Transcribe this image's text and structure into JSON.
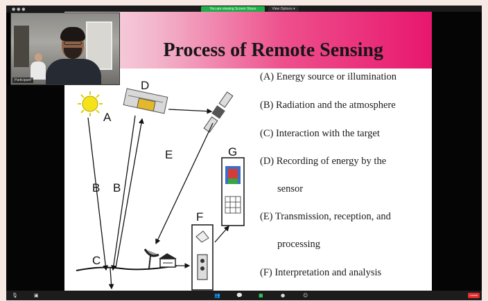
{
  "window": {
    "title_bar_text": "Zoom",
    "share_banner": "You are viewing Screen Share",
    "view_options_label": "View Options ▾",
    "participant_name": "Participant"
  },
  "slide": {
    "title": "Process of Remote Sensing",
    "diagram_labels": {
      "A": "A",
      "B1": "B",
      "B2": "B",
      "C": "C",
      "D": "D",
      "E": "E",
      "F": "F",
      "G": "G"
    },
    "legend": [
      "(A) Energy source or illumination",
      "(B) Radiation and the atmosphere",
      "(C) Interaction with the target",
      "(D) Recording of energy by the",
      "sensor",
      "(E) Transmission, reception, and",
      "processing",
      "(F) Interpretation and analysis"
    ],
    "header_colors": [
      "#f7e6ec",
      "#ee4f8c",
      "#e8176e"
    ]
  },
  "toolbar": {
    "end_label": "Leave",
    "icons": [
      "mic-icon",
      "video-icon",
      "participants-icon",
      "chat-icon",
      "share-screen-icon",
      "record-icon",
      "reactions-icon"
    ]
  }
}
